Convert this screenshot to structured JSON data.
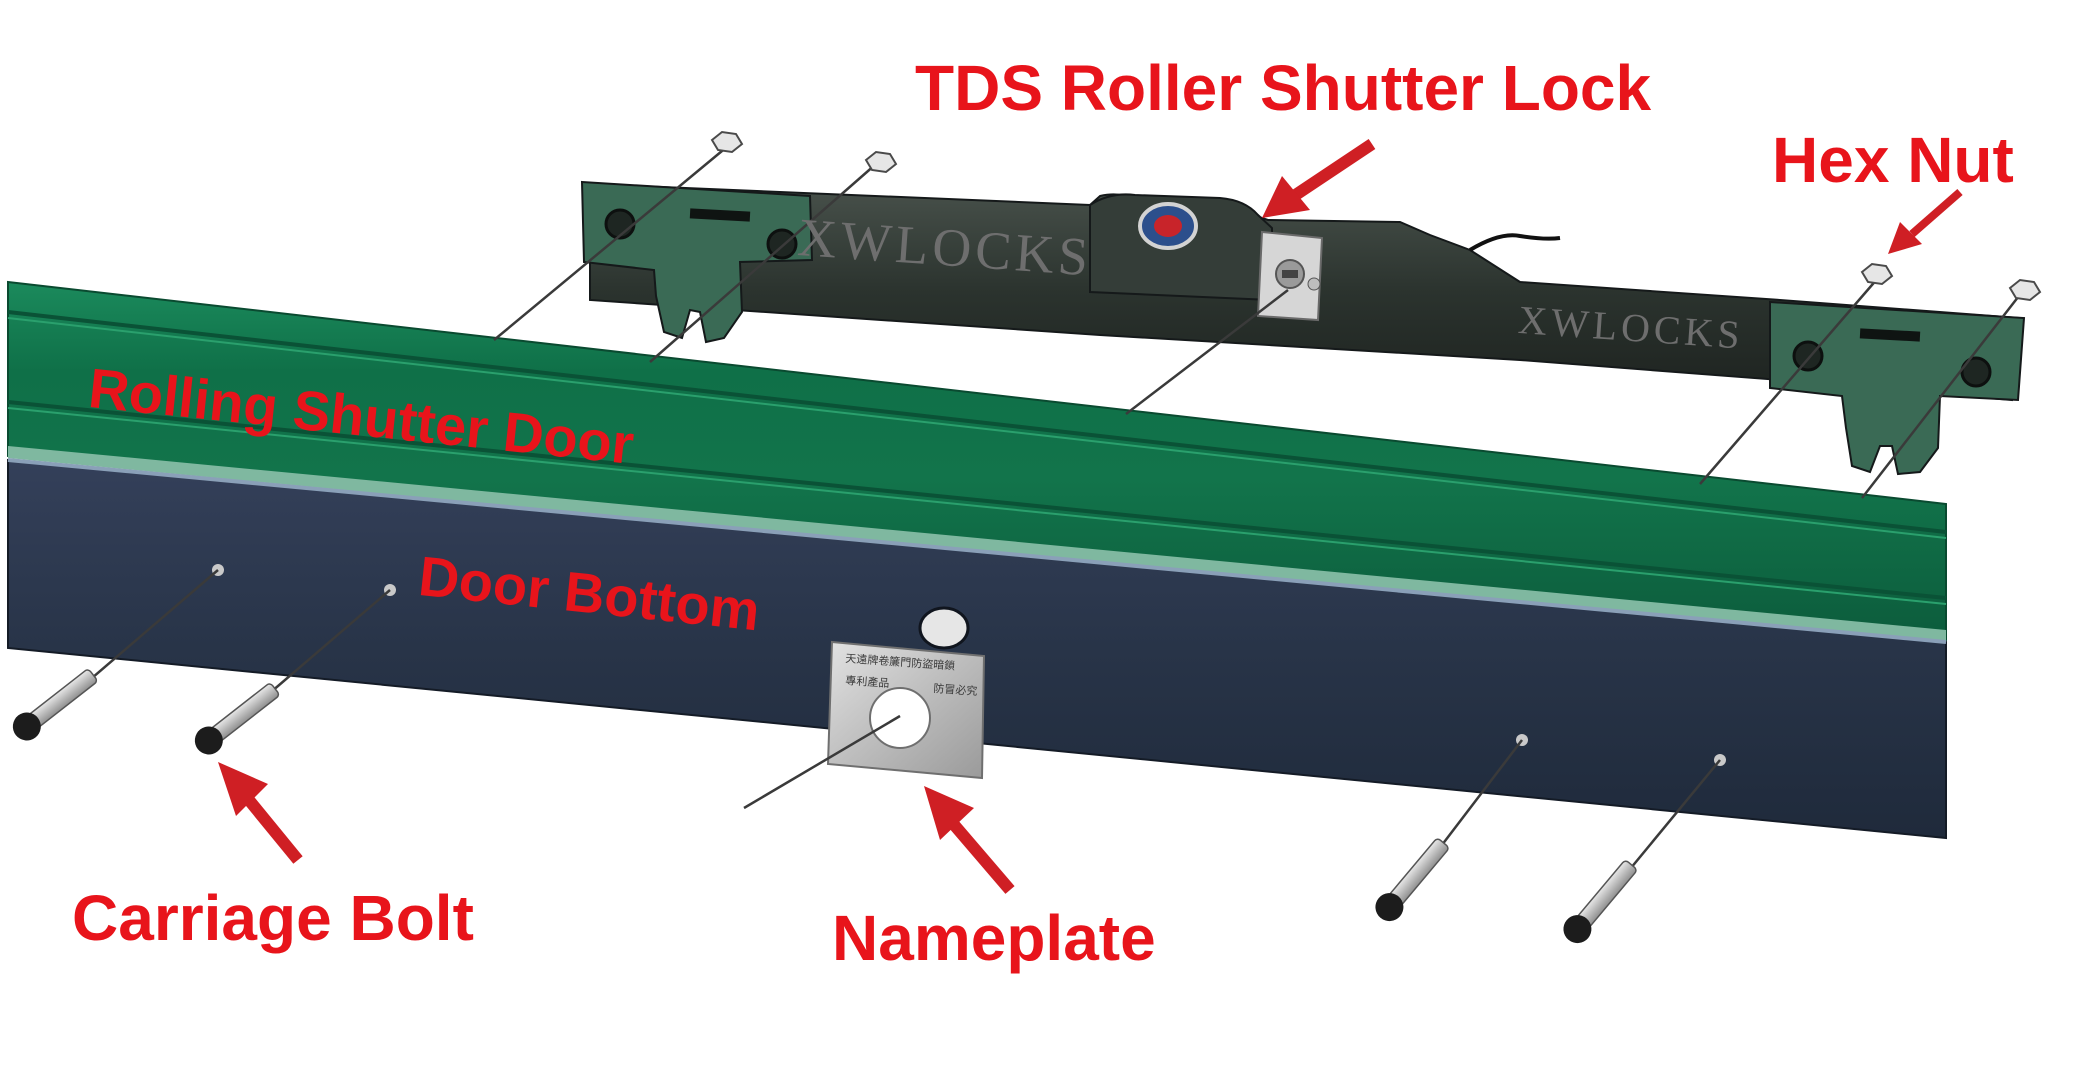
{
  "labels": {
    "lock": "TDS Roller Shutter Lock",
    "hex_nut": "Hex Nut",
    "door": "Rolling Shutter Door",
    "door_bottom": "Door Bottom",
    "carriage_bolt": "Carriage Bolt",
    "nameplate": "Nameplate"
  },
  "lock_engraving": {
    "left": "XWLOCKS",
    "right": "XWLOCKS"
  },
  "nameplate_text": {
    "line1": "天遠牌卷簾門防盜暗鎖",
    "line2_left": "專利產品",
    "line2_right": "防冒必究"
  },
  "colors": {
    "label_red": "#e8141b",
    "arrow_red": "#cf1f24",
    "door_green": "#0e6a45",
    "door_green_light": "#1b8a5c",
    "door_bottom_navy": "#283448",
    "lock_body": "#2b332e",
    "lock_green": "#3a6a55",
    "plate_silver": "#c9c9c9"
  }
}
